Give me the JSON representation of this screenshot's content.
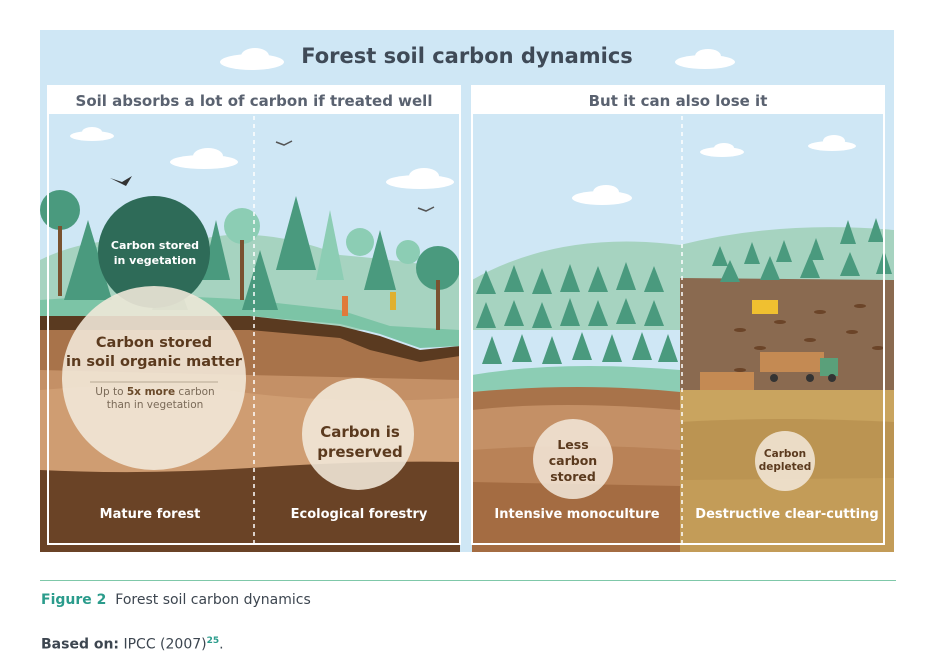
{
  "figure": {
    "title": "Forest soil carbon dynamics",
    "left_header": "Soil absorbs a lot of carbon if treated well",
    "right_header": "But it can also lose it",
    "circles": {
      "vegetation_line1": "Carbon stored",
      "vegetation_line2": "in vegetation",
      "soil_line1": "Carbon stored",
      "soil_line2": "in soil organic matter",
      "soil_note_prefix": "Up to ",
      "soil_note_bold": "5x more",
      "soil_note_suffix": " carbon",
      "soil_note_line2": "than in vegetation",
      "preserved_line1": "Carbon is",
      "preserved_line2": "preserved",
      "less_line1": "Less",
      "less_line2": "carbon",
      "less_line3": "stored",
      "depleted_line1": "Carbon",
      "depleted_line2": "depleted"
    },
    "panels": [
      "Mature forest",
      "Ecological forestry",
      "Intensive monoculture",
      "Destructive clear-cutting"
    ]
  },
  "caption": {
    "number": "Figure 2",
    "text": "Forest soil carbon dynamics"
  },
  "source": {
    "label": "Based on:",
    "text": "IPCC (2007)",
    "ref": "25",
    "end": "."
  },
  "colors": {
    "sky": "#cfe7f5",
    "hill": "#a6d3c0",
    "tree_dark": "#4a9a7e",
    "tree_light": "#8ccdb4",
    "soil_top": "#a8734a",
    "soil_mid": "#c49066",
    "soil_deep": "#6a4326",
    "soil_clear": "#c9a45f",
    "vegetation_circle": "#2e6b58",
    "circle_cream": "#f3e9db",
    "accent_teal": "#2b9c8c",
    "rule": "#7fc8a9"
  }
}
